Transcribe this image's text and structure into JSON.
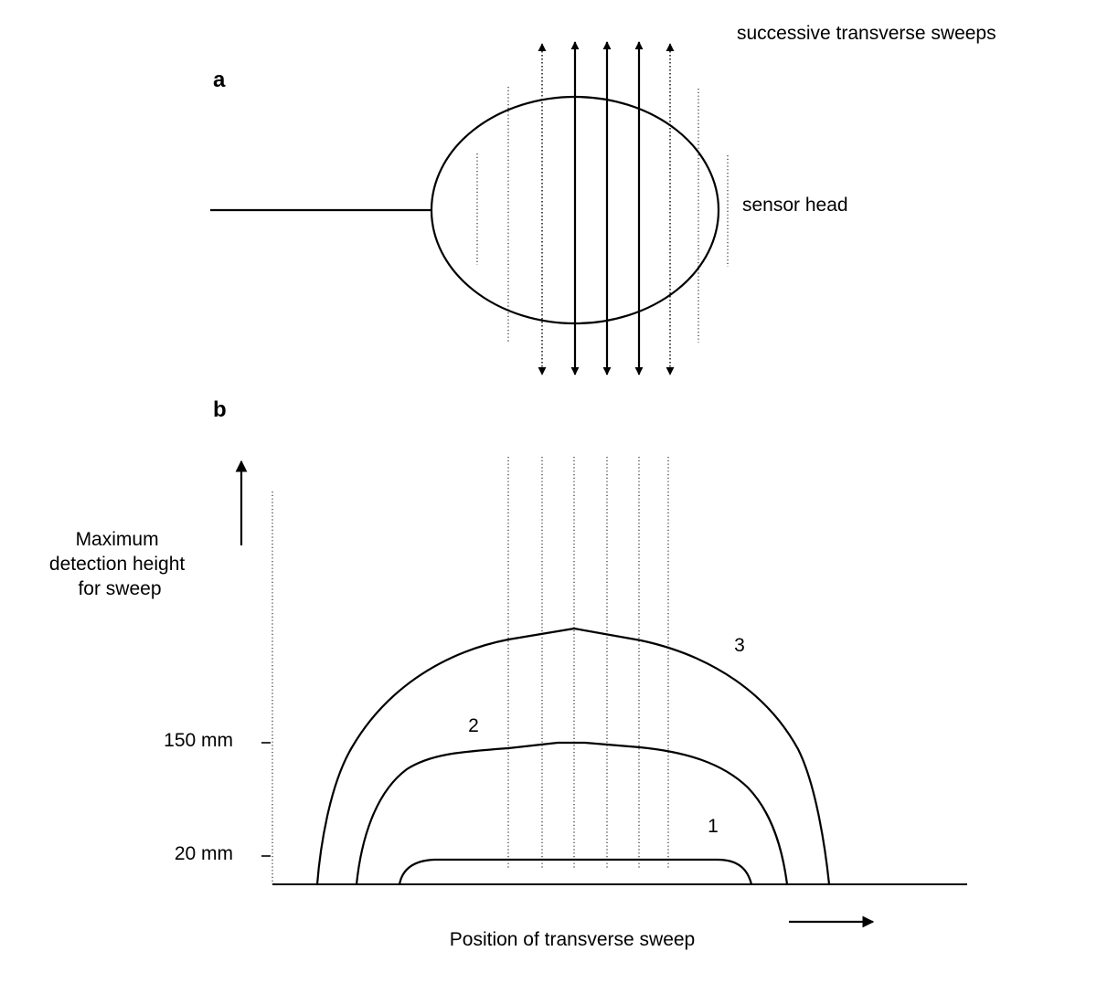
{
  "panel_a": {
    "letter": "a",
    "sweeps_label": "successive transverse sweeps",
    "sensor_label": "sensor head"
  },
  "panel_b": {
    "letter": "b",
    "y_axis_label": [
      "Maximum",
      "detection height",
      "for sweep"
    ],
    "x_axis_label": "Position of transverse sweep",
    "ticks": [
      {
        "label": "150 mm",
        "value": 150
      },
      {
        "label": "20 mm",
        "value": 20
      }
    ],
    "curve_labels": [
      "1",
      "2",
      "3"
    ]
  },
  "colors": {
    "ink": "#000000",
    "background": "#ffffff"
  }
}
